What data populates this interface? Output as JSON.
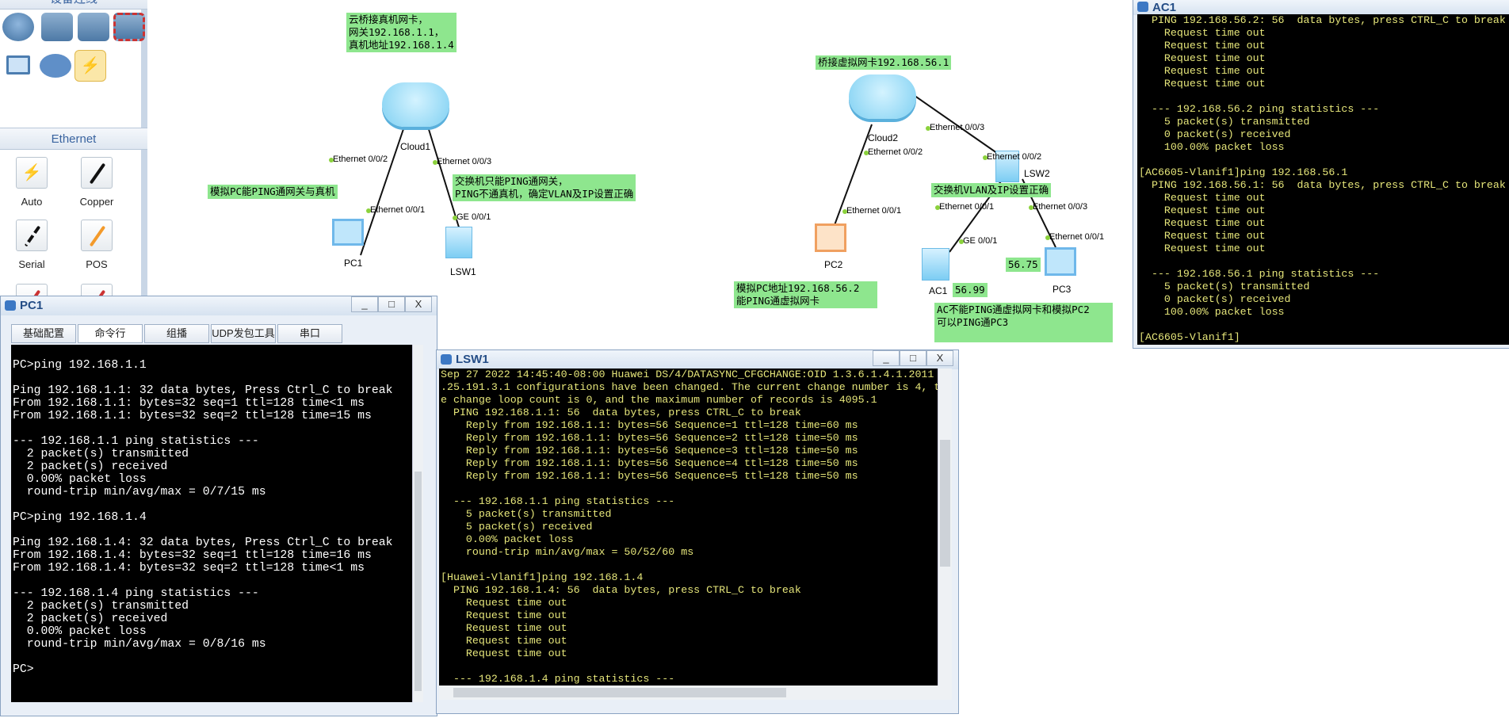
{
  "left_panel": {
    "devices_header": "设备连线",
    "cable_section": "Ethernet",
    "cables": [
      "Auto",
      "Copper",
      "Serial",
      "POS"
    ]
  },
  "topology": {
    "notes": {
      "cloud1_note": "云桥接真机网卡，\n网关192.168.1.1，\n真机地址192.168.1.4",
      "lsw1_note": "交换机只能PING通网关，\nPING不通真机，确定VLAN及IP设置正确",
      "pc1_note": "模拟PC能PING通网关与真机",
      "cloud2_note": "桥接虚拟网卡192.168.56.1",
      "lsw2_note": "交换机VLAN及IP设置正确",
      "pc2_note": "模拟PC地址192.168.56.2\n能PING通虚拟网卡",
      "ac_note": "AC不能PING通虚拟网卡和模拟PC2\n可以PING通PC3",
      "ac_ip": "56.99",
      "pc3_ip": "56.75"
    },
    "devices": {
      "cloud1": "Cloud1",
      "pc1": "PC1",
      "lsw1": "LSW1",
      "cloud2": "Cloud2",
      "pc2": "PC2",
      "lsw2": "LSW2",
      "ac1": "AC1",
      "pc3": "PC3"
    },
    "ports": {
      "c1_e2": "Ethernet 0/0/2",
      "c1_e3": "Ethernet 0/0/3",
      "pc1_e1": "Ethernet 0/0/1",
      "lsw1_ge1": "GE 0/0/1",
      "c2_e3": "Ethernet 0/0/3",
      "c2_e2": "Ethernet 0/0/2",
      "lsw2_e2": "Ethernet 0/0/2",
      "pc2_e1": "Ethernet 0/0/1",
      "lsw2_e1": "Ethernet 0/0/1",
      "lsw2_e3": "Ethernet 0/0/3",
      "ac1_ge1": "GE 0/0/1",
      "pc3_e1": "Ethernet 0/0/1"
    }
  },
  "pc1_window": {
    "title": "PC1",
    "tabs": [
      "基础配置",
      "命令行",
      "组播",
      "UDP发包工具",
      "串口"
    ],
    "buttons": {
      "min": "_",
      "max": "□",
      "close": "X"
    },
    "lines": [
      "",
      "PC>ping 192.168.1.1",
      "",
      "Ping 192.168.1.1: 32 data bytes, Press Ctrl_C to break",
      "From 192.168.1.1: bytes=32 seq=1 ttl=128 time<1 ms",
      "From 192.168.1.1: bytes=32 seq=2 ttl=128 time=15 ms",
      "",
      "--- 192.168.1.1 ping statistics ---",
      "  2 packet(s) transmitted",
      "  2 packet(s) received",
      "  0.00% packet loss",
      "  round-trip min/avg/max = 0/7/15 ms",
      "",
      "PC>ping 192.168.1.4",
      "",
      "Ping 192.168.1.4: 32 data bytes, Press Ctrl_C to break",
      "From 192.168.1.4: bytes=32 seq=1 ttl=128 time=16 ms",
      "From 192.168.1.4: bytes=32 seq=2 ttl=128 time<1 ms",
      "",
      "--- 192.168.1.4 ping statistics ---",
      "  2 packet(s) transmitted",
      "  2 packet(s) received",
      "  0.00% packet loss",
      "  round-trip min/avg/max = 0/8/16 ms",
      "",
      "PC>"
    ]
  },
  "lsw1_window": {
    "title": "LSW1",
    "buttons": {
      "min": "_",
      "max": "□",
      "close": "X"
    },
    "lines": [
      "Sep 27 2022 14:45:40-08:00 Huawei DS/4/DATASYNC_CFGCHANGE:OID 1.3.6.1.4.1.2011",
      ".25.191.3.1 configurations have been changed. The current change number is 4, t",
      "e change loop count is 0, and the maximum number of records is 4095.1",
      "  PING 192.168.1.1: 56  data bytes, press CTRL_C to break",
      "    Reply from 192.168.1.1: bytes=56 Sequence=1 ttl=128 time=60 ms",
      "    Reply from 192.168.1.1: bytes=56 Sequence=2 ttl=128 time=50 ms",
      "    Reply from 192.168.1.1: bytes=56 Sequence=3 ttl=128 time=50 ms",
      "    Reply from 192.168.1.1: bytes=56 Sequence=4 ttl=128 time=50 ms",
      "    Reply from 192.168.1.1: bytes=56 Sequence=5 ttl=128 time=50 ms",
      "",
      "  --- 192.168.1.1 ping statistics ---",
      "    5 packet(s) transmitted",
      "    5 packet(s) received",
      "    0.00% packet loss",
      "    round-trip min/avg/max = 50/52/60 ms",
      "",
      "[Huawei-Vlanif1]ping 192.168.1.4",
      "  PING 192.168.1.4: 56  data bytes, press CTRL_C to break",
      "    Request time out",
      "    Request time out",
      "    Request time out",
      "    Request time out",
      "    Request time out",
      "",
      "  --- 192.168.1.4 ping statistics ---"
    ]
  },
  "ac1_window": {
    "title": "AC1",
    "lines": [
      "  PING 192.168.56.2: 56  data bytes, press CTRL_C to break",
      "    Request time out",
      "    Request time out",
      "    Request time out",
      "    Request time out",
      "    Request time out",
      "",
      "  --- 192.168.56.2 ping statistics ---",
      "    5 packet(s) transmitted",
      "    0 packet(s) received",
      "    100.00% packet loss",
      "",
      "[AC6605-Vlanif1]ping 192.168.56.1",
      "  PING 192.168.56.1: 56  data bytes, press CTRL_C to break",
      "    Request time out",
      "    Request time out",
      "    Request time out",
      "    Request time out",
      "    Request time out",
      "",
      "  --- 192.168.56.1 ping statistics ---",
      "    5 packet(s) transmitted",
      "    0 packet(s) received",
      "    100.00% packet loss",
      "",
      "[AC6605-Vlanif1]"
    ]
  },
  "colors": {
    "note_bg": "#8ee68e",
    "term_yellow": "#e6e67a",
    "term_white": "#ffffff"
  }
}
